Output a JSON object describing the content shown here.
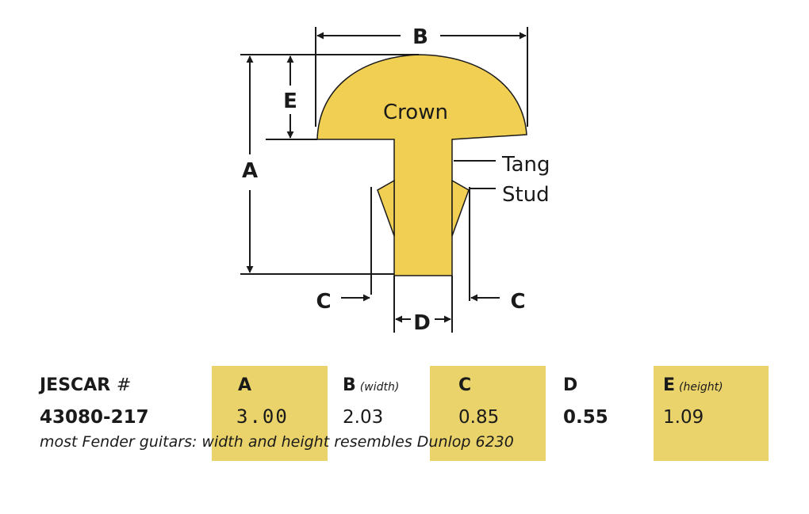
{
  "diagram": {
    "labels": {
      "a": "A",
      "b": "B",
      "c_left": "C",
      "c_right": "C",
      "d": "D",
      "e": "E",
      "crown": "Crown",
      "tang": "Tang",
      "stud": "Stud"
    },
    "colors": {
      "metal": "#f0cf52",
      "outline": "#1a1a1a"
    }
  },
  "spec_table": {
    "headers": {
      "part_no": {
        "label": "JESCAR",
        "suffix": "#"
      },
      "a": {
        "label": "A",
        "sub": ""
      },
      "b": {
        "label": "B",
        "sub": "(width)"
      },
      "c": {
        "label": "C",
        "sub": ""
      },
      "d": {
        "label": "D",
        "sub": ""
      },
      "e": {
        "label": "E",
        "sub": "(height)"
      }
    },
    "row": {
      "part_no": "43080-217",
      "a": "3.00",
      "b": "2.03",
      "c": "0.85",
      "d": "0.55",
      "e": "1.09"
    },
    "note": "most Fender guitars: width and height resembles Dunlop 6230",
    "highlight_color": "#ead36a"
  }
}
